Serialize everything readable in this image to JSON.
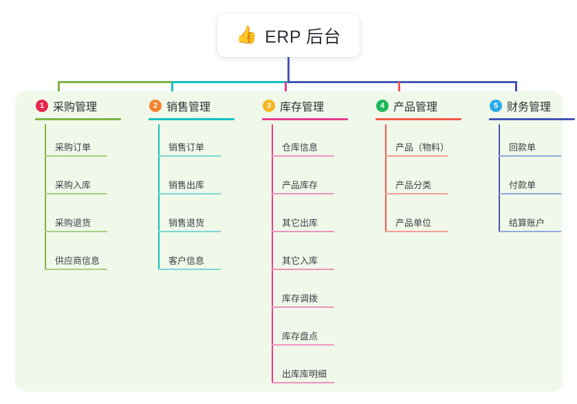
{
  "root": {
    "icon": "thumbs-up-icon",
    "emoji": "👍",
    "title": "ERP 后台"
  },
  "theme": {
    "page_background": "#ffffff",
    "panel_background": "#eff8e9",
    "card_background": "#ffffff",
    "title_text": "#2b2f36",
    "item_text": "#3a3f46",
    "root_stem": "#4355b9"
  },
  "columns": [
    {
      "index": "1",
      "title": "采购管理",
      "badge_color": "#e8264f",
      "line_color": "#7cb342",
      "item_line_color": "#a9cf7f",
      "items": [
        {
          "label": "采购订单"
        },
        {
          "label": "采购入库"
        },
        {
          "label": "采购退货"
        },
        {
          "label": "供应商信息"
        }
      ]
    },
    {
      "index": "2",
      "title": "销售管理",
      "badge_color": "#f58231",
      "line_color": "#10bfc4",
      "item_line_color": "#7ed4d8",
      "items": [
        {
          "label": "销售订单"
        },
        {
          "label": "销售出库"
        },
        {
          "label": "销售退货"
        },
        {
          "label": "客户信息"
        }
      ]
    },
    {
      "index": "3",
      "title": "库存管理",
      "badge_color": "#f5b820",
      "line_color": "#e8388f",
      "item_line_color": "#ef90bd",
      "items": [
        {
          "label": "仓库信息"
        },
        {
          "label": "产品库存"
        },
        {
          "label": "其它出库"
        },
        {
          "label": "其它入库"
        },
        {
          "label": "库存调拨"
        },
        {
          "label": "库存盘点"
        },
        {
          "label": "出库库明细"
        }
      ]
    },
    {
      "index": "4",
      "title": "产品管理",
      "badge_color": "#1eb85c",
      "line_color": "#f4554a",
      "item_line_color": "#f79a93",
      "items": [
        {
          "label": "产品（物料）"
        },
        {
          "label": "产品分类"
        },
        {
          "label": "产品单位"
        }
      ]
    },
    {
      "index": "5",
      "title": "财务管理",
      "badge_color": "#29a9e8",
      "line_color": "#3f51b5",
      "item_line_color": "#93a7df",
      "items": [
        {
          "label": "回款单"
        },
        {
          "label": "付款单"
        },
        {
          "label": "结算账户"
        }
      ]
    }
  ],
  "connectors": {
    "bus_left_color": "#7cb342",
    "bus_mid_color": "#10bfc4",
    "bus_right_color": "#4355b9",
    "stem_color": "#4355b9"
  }
}
